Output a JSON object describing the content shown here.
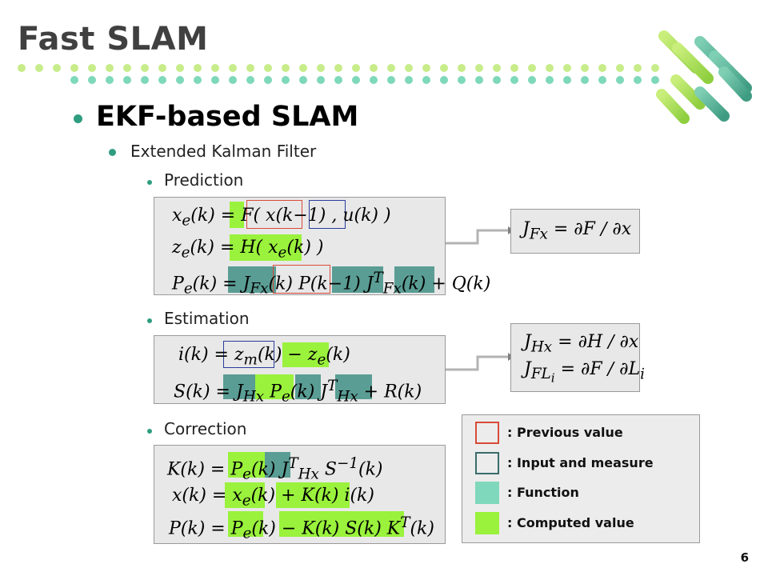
{
  "slide": {
    "title": "Fast SLAM",
    "heading": "EKF-based SLAM",
    "subheading": "Extended Kalman Filter",
    "sections": [
      {
        "label": "Prediction"
      },
      {
        "label": "Estimation"
      },
      {
        "label": "Correction"
      }
    ],
    "page_number": "6"
  },
  "equations": {
    "prediction": [
      "x_e(k) = F(x(k−1), u(k))",
      "z_e(k) = H(x_e(k))",
      "P_e(k) = J_Fx(k) P(k−1) J_Fx^T(k) + Q(k)"
    ],
    "estimation": [
      "i(k) = z_m(k) − z_e(k)",
      "S(k) = J_Hx P_e(k) J_Hx^T + R(k)"
    ],
    "correction": [
      "K(k) = P_e(k) J_Hx^T S^−1(k)",
      "x(k) = x_e(k) + K(k) i(k)",
      "P(k) = P_e(k) − K(k) S(k) K^T(k)"
    ],
    "jacobian_prediction": "J_Fx = ∂F / ∂x",
    "jacobian_estimation": [
      "J_Hx = ∂H / ∂x",
      "J_FLi = ∂F / ∂L_i"
    ]
  },
  "legend": {
    "items": [
      {
        "label": ": Previous value",
        "swatch": "#d84a3a",
        "kind": "outline"
      },
      {
        "label": ": Input and measure",
        "swatch": "#3a6b6b",
        "kind": "outline"
      },
      {
        "label": ": Function",
        "swatch": "#7fd8bb",
        "kind": "fill"
      },
      {
        "label": ": Computed value",
        "swatch": "#9af23c",
        "kind": "fill"
      }
    ]
  },
  "colors": {
    "accent_dots_light": "#c7ec8a",
    "accent_dots_teal": "#7fd8bb",
    "bullet": "#2e9d80",
    "highlight_green": "#9af23c",
    "highlight_teal": "#5a9d94"
  }
}
